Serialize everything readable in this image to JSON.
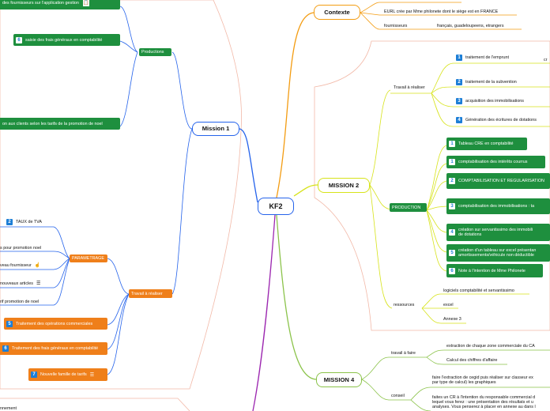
{
  "root": {
    "label": "KF2"
  },
  "contexte": {
    "label": "Contexte",
    "items": [
      "EURL crée par Mme philonete dont le siège est en FRANCE"
    ],
    "fournisseurs": {
      "label": "fournisseurs",
      "value": "français, guadeloupeens, etrangers"
    }
  },
  "mission2": {
    "label": "MISSION 2",
    "travail": {
      "label": "Travail à réaliser",
      "items": [
        {
          "num": "1",
          "label": "traitement de l'emprunt",
          "extra": "cr"
        },
        {
          "num": "2",
          "label": "traitement de la subvention"
        },
        {
          "num": "3",
          "label": "acquisition des immobilisations"
        },
        {
          "num": "4",
          "label": "Génération des écritures de dotations"
        }
      ]
    },
    "production": {
      "label": "PRODUCTION",
      "items": [
        {
          "num": "1",
          "label": "Tableau CRE en comptabilité"
        },
        {
          "num": "1",
          "label": "comptabilisation des intérêts courrus"
        },
        {
          "num": "2",
          "label": "COMPTABILISATION ET REGULARISATION"
        },
        {
          "num": "3",
          "label": "comptabilisation des immobilisations : ta"
        },
        {
          "num": "4",
          "label_line1": "création sur servantissimo des immobili",
          "label_line2": "de dotations"
        },
        {
          "num": "5",
          "label_line1": "création d'un tableau sur excel présentan",
          "label_line2": "amortissements/véhicule non déductible"
        },
        {
          "num": "6",
          "label": "Note à l'intention de Mme Philonete"
        }
      ]
    },
    "ressources": {
      "label": "ressources",
      "items": [
        "logiciels comptabilité et servantissimo",
        "excel",
        "Annexe 3"
      ]
    }
  },
  "mission4": {
    "label": "MISSION 4",
    "travail": {
      "label": "travail à faire",
      "items": [
        "extraction de chaque zone commerciale du CA",
        "Calcul des chiffres d'affaire"
      ]
    },
    "conseil": {
      "label": "conseil",
      "items": [
        {
          "line1": "faire l'extraction de cegid puis réaliser sur classeur ex",
          "line2": "par type de calcul) les graphiques"
        },
        {
          "line1": "faites un CR à l'intention du responsable commercial d",
          "line2": "lequel vous ferez : une présentation des résultats et u",
          "line3": "analyses. Vous penserez à placer en annexe au dans l"
        }
      ]
    }
  },
  "mission1": {
    "label": "Mission 1",
    "productions": {
      "label": "Productions",
      "items": [
        {
          "text": "des fournisseurs sur l'application gestion",
          "icon": "clipboard"
        },
        {
          "num": "6",
          "text": "saisie des frais généraux en comptabilité"
        },
        {
          "text": "on aux clients selon les tarifs de la promotion de  noel"
        }
      ]
    },
    "travail": {
      "label": "Travail à réaliser",
      "parametrage": {
        "label": "PARAMETRAGE",
        "items": [
          {
            "num": "2",
            "text": "TAUX de TVA"
          },
          {
            "text": "s pour promotion noel"
          },
          {
            "text": "veau fournisseur",
            "icon": "pointer"
          },
          {
            "text": "nouveaux articles",
            "icon": "list"
          },
          {
            "text": "rif promotion de noel"
          }
        ]
      },
      "items": [
        {
          "num": "5",
          "text": "Traitement des opérations commerciales"
        },
        {
          "num": "6",
          "text": "Traitement des frais généraux en comptabilité"
        },
        {
          "num": "7",
          "text": "Nouvelle famille de tarifs",
          "icon": "list"
        }
      ]
    },
    "bottom_fragment": "nnement"
  },
  "colors": {
    "contexte": "#f39c12",
    "mission1": "#2563eb",
    "mission2": "#d7e31a",
    "mission4": "#8bc34a",
    "mission5": "#9c27b0",
    "green_node": "#1e8f3e",
    "orange_node": "#ef7f1a",
    "badge": "#1c7ed6",
    "panel_border": "#f2b9a8"
  }
}
